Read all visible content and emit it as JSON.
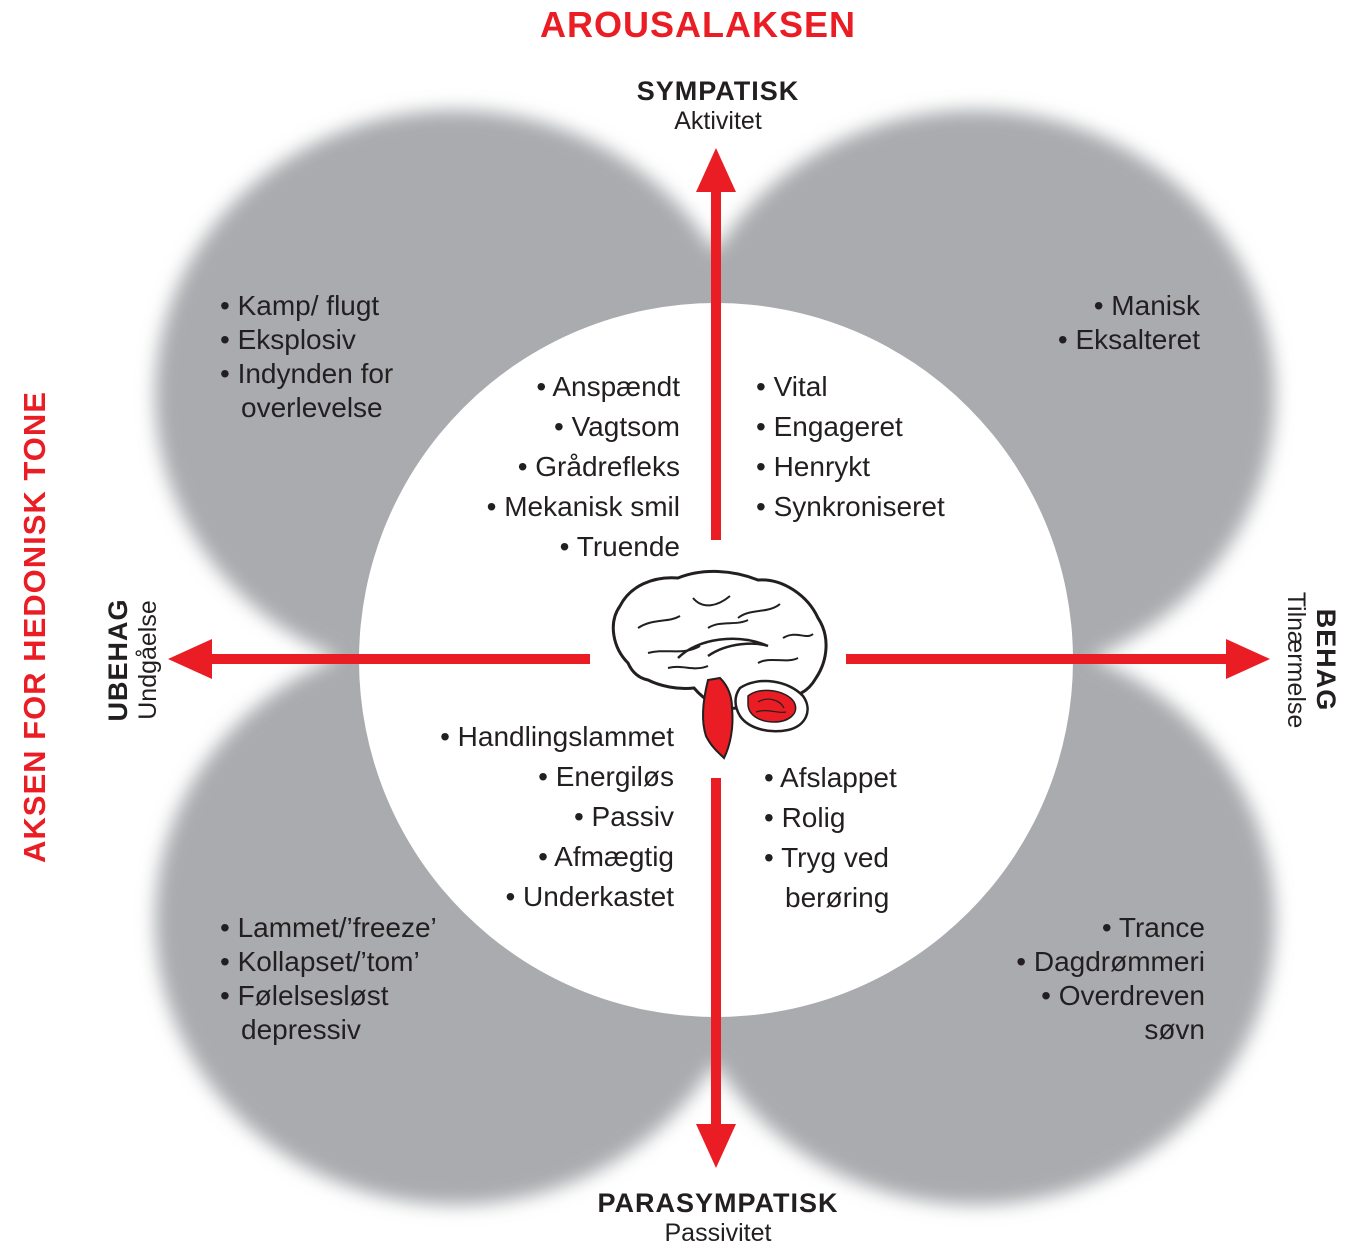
{
  "title_top": "AROUSALAKSEN",
  "title_left": "AKSEN FOR HEDONISK TONE",
  "axes": {
    "top": {
      "label": "SYMPATISK",
      "sub": "Aktivitet"
    },
    "bottom": {
      "label": "PARASYMPATISK",
      "sub": "Passivitet"
    },
    "left": {
      "label": "UBEHAG",
      "sub": "Undgåelse"
    },
    "right": {
      "label": "BEHAG",
      "sub": "Tilnærmelse"
    }
  },
  "outer": {
    "top_left": [
      "• Kamp/ flugt",
      "• Eksplosiv",
      "• Indynden for",
      "overlevelse"
    ],
    "top_right": [
      "• Manisk",
      "• Eksalteret"
    ],
    "bottom_left": [
      "• Lammet/’freeze’",
      "• Kollapset/’tom’",
      "• Følelsesløst",
      "depressiv"
    ],
    "bottom_right": [
      "• Trance",
      "• Dagdrømmeri",
      "• Overdreven",
      "søvn"
    ]
  },
  "inner": {
    "top_left": [
      "• Anspændt",
      "• Vagtsom",
      "• Grådrefleks",
      "• Mekanisk smil",
      "• Truende"
    ],
    "top_right": [
      "• Vital",
      "• Engageret",
      "• Henrykt",
      "• Synkroniseret"
    ],
    "bottom_left": [
      "• Handlingslammet",
      "• Energiløs",
      "• Passiv",
      "• Afmægtig",
      "• Underkastet"
    ],
    "bottom_right": [
      "• Afslappet",
      "• Rolig",
      "• Tryg ved",
      "berøring"
    ]
  },
  "colors": {
    "accent_red": "#ea1c24",
    "petal_gray": "#a7a9ac",
    "text": "#231f20"
  },
  "icons": {
    "center": "brain-icon"
  }
}
